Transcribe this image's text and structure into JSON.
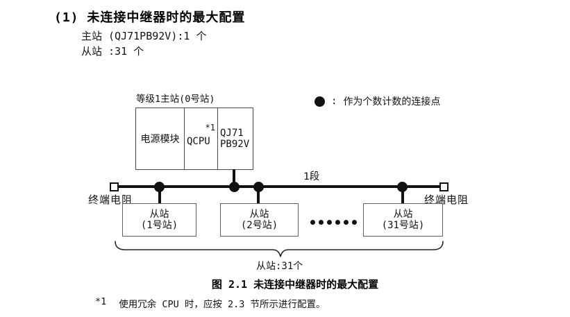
{
  "page": {
    "heading": "(1) 未连接中继器时的最大配置",
    "spec_master": "主站 (QJ71PB92V):1 个",
    "spec_slave": "从站 :31 个",
    "caption": "图 2.1 未连接中继器时的最大配置",
    "footnote": {
      "marker": "*1",
      "text": "使用冗余 CPU 时，应按 2.3 节所示进行配置。"
    }
  },
  "diagram": {
    "master": {
      "label": "等级1主站(0号站)",
      "modules": [
        {
          "name": "电源模块"
        },
        {
          "name": "QCPU",
          "note": "*1"
        },
        {
          "line1": "QJ71",
          "line2": "PB92V"
        }
      ]
    },
    "legend": {
      "symbol": "connection-point-dot",
      "separator": ":",
      "text": "作为个数计数的连接点"
    },
    "segment_label": "1段",
    "terminator_left": "终端电阻",
    "terminator_right": "终端电阻",
    "slaves": [
      {
        "line1": "从站",
        "line2": "(1号站)"
      },
      {
        "line1": "从站",
        "line2": "(2号站)"
      },
      {
        "line1": "从站",
        "line2": "(31号站)"
      }
    ],
    "ellipsis_dot_count": 6,
    "connection_point_count": 4,
    "brace_label": "从站:31个",
    "colors": {
      "ink": "#111111",
      "master_border": "#4a4a4a",
      "slave_border": "#5f5f5f",
      "background": "#ffffff"
    }
  }
}
